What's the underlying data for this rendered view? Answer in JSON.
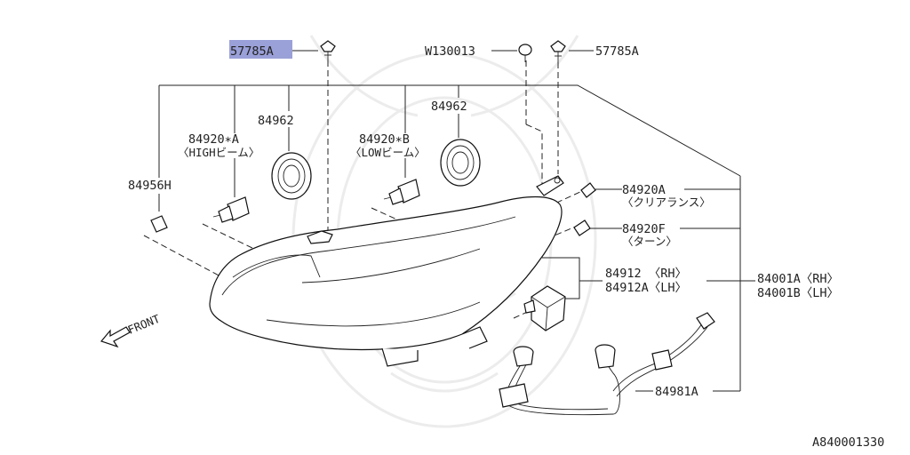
{
  "highlight_color": "#9aa0d8",
  "parts": {
    "clip_left": "57785A",
    "grommet": "W130013",
    "clip_right": "57785A",
    "cap_left": "84962",
    "cap_right": "84962",
    "high_bulb_no": "84920∗A",
    "high_bulb_desc": "〈HIGHビーム〉",
    "low_bulb_no": "84920∗B",
    "low_bulb_desc": "〈LOWビーム〉",
    "socket": "84956H",
    "clearance_no": "84920A",
    "clearance_desc": "〈クリアランス〉",
    "turn_no": "84920F",
    "turn_desc": "〈ターン〉",
    "ballast_rh": "84912 〈RH〉",
    "ballast_lh": "84912A〈LH〉",
    "assy_rh": "84001A〈RH〉",
    "assy_lh": "84001B〈LH〉",
    "harness": "84981A"
  },
  "direction_label": "FRONT",
  "diagram_id": "A840001330"
}
